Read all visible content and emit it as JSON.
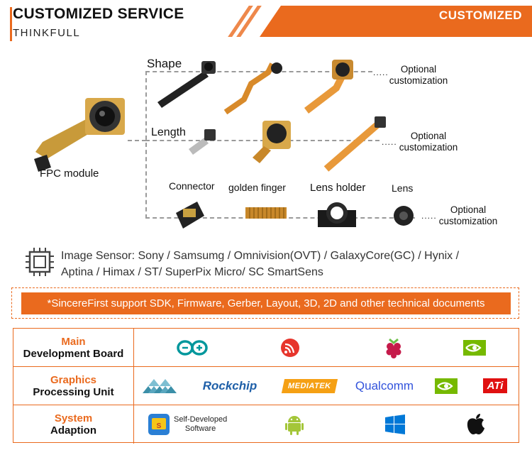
{
  "header": {
    "title": "CUSTOMIZED SERVICE",
    "subtitle": "THINKFULL",
    "banner": "CUSTOMIZED"
  },
  "diagram": {
    "main_label": "FPC module",
    "shape_label": "Shape",
    "length_label": "Length",
    "connector_label": "Connector",
    "golden_finger_label": "golden finger",
    "lens_holder_label": "Lens holder",
    "lens_label": "Lens",
    "dots": ".....",
    "optional_1a": "Optional",
    "optional_1b": "customization",
    "optional_2a": "Optional",
    "optional_2b": "customization",
    "optional_3a": "Optional",
    "optional_3b": "customization"
  },
  "sensor": {
    "line1": "Image Sensor: Sony / Samsumg / Omnivision(OVT) / GalaxyCore(GC) / Hynix /",
    "line2": "Aptina / Himax / ST/ SuperPix Micro/ SC SmartSens"
  },
  "notice": "*SincereFirst support SDK, Firmware, Gerber, Layout, 3D, 2D and other technical documents",
  "table": {
    "rows": [
      {
        "cat_a": "Main",
        "cat_b": "Development Board"
      },
      {
        "cat_a": "Graphics",
        "cat_b": "Processing Unit"
      },
      {
        "cat_a": "System",
        "cat_b": "Adaption"
      }
    ],
    "logos": {
      "rockchip": "Rockchip",
      "mediatek": "MEDIATEK",
      "qualcomm": "Qualcomm",
      "ati": "ATi",
      "self_dev_1": "Self-Developed",
      "self_dev_2": "Software"
    }
  },
  "colors": {
    "accent": "#ea6a1e",
    "arduino": "#00979c",
    "espressif": "#e7352c",
    "raspberry": "#c51a4a",
    "nvidia": "#76b900",
    "rockchip": "#1e5fa8",
    "qualcomm": "#3253dc",
    "android": "#a4c639",
    "windows": "#0078d7"
  },
  "icons": [
    "chip-icon",
    "arduino-icon",
    "espressif-icon",
    "raspberry-pi-icon",
    "nvidia-icon",
    "allwinner-icon",
    "android-icon",
    "windows-icon",
    "apple-icon"
  ]
}
